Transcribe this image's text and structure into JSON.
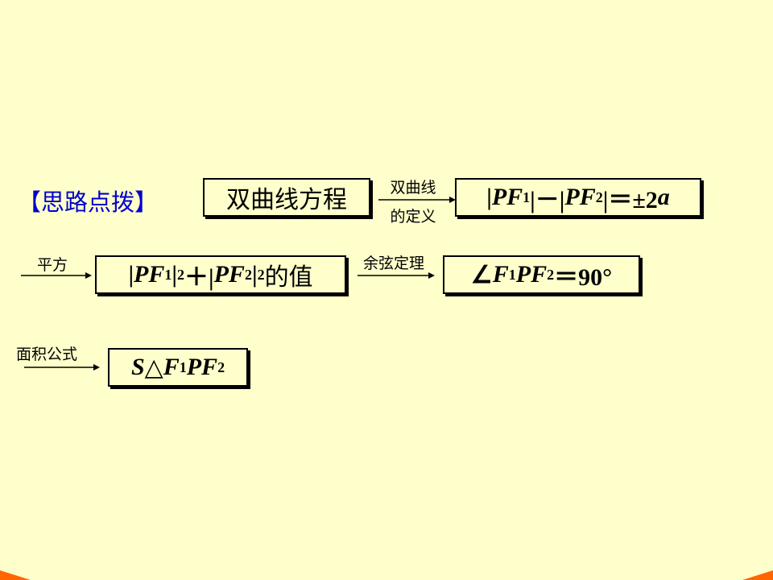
{
  "header_label": "【思路点拨】",
  "steps": [
    {
      "text": "双曲线方程"
    },
    {
      "arrow_top": "双曲线",
      "arrow_bottom": "的定义"
    },
    {
      "parts": [
        "|",
        "PF",
        "1",
        "|－|",
        "PF",
        "2",
        "|＝±2",
        "a"
      ]
    },
    {
      "arrow_top": "平方"
    },
    {
      "parts": [
        "|",
        "PF",
        "1",
        "|",
        "2",
        "＋|",
        "PF",
        "2",
        "|",
        "2",
        "的值"
      ]
    },
    {
      "arrow_top": "余弦定理"
    },
    {
      "parts": [
        "∠",
        "F",
        "1",
        "PF",
        "2",
        "＝90°"
      ]
    },
    {
      "arrow_top": "面积公式"
    },
    {
      "parts": [
        "S",
        "△",
        "F",
        "1",
        "PF",
        "2"
      ]
    }
  ],
  "colors": {
    "background": "#ffffcc",
    "hint": "#0000cc",
    "corner": "#ff6600"
  }
}
